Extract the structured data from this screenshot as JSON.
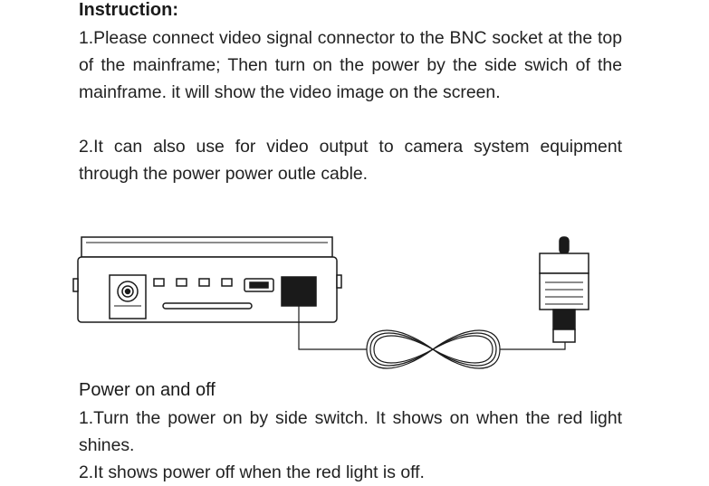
{
  "instruction": {
    "title": "Instruction:",
    "step1": "1.Please connect video signal connector to the BNC socket at the top of the mainframe; Then turn on the power by the side swich of the mainframe. it will show the video image on the screen.",
    "step2": "2.It can also use for video output to camera system equipment through the power power outle cable."
  },
  "power": {
    "title": "Power on and off",
    "step1": "1.Turn the power on by side switch. It shows on when the red light shines.",
    "step2": "2.It shows power off when the red light is off."
  }
}
